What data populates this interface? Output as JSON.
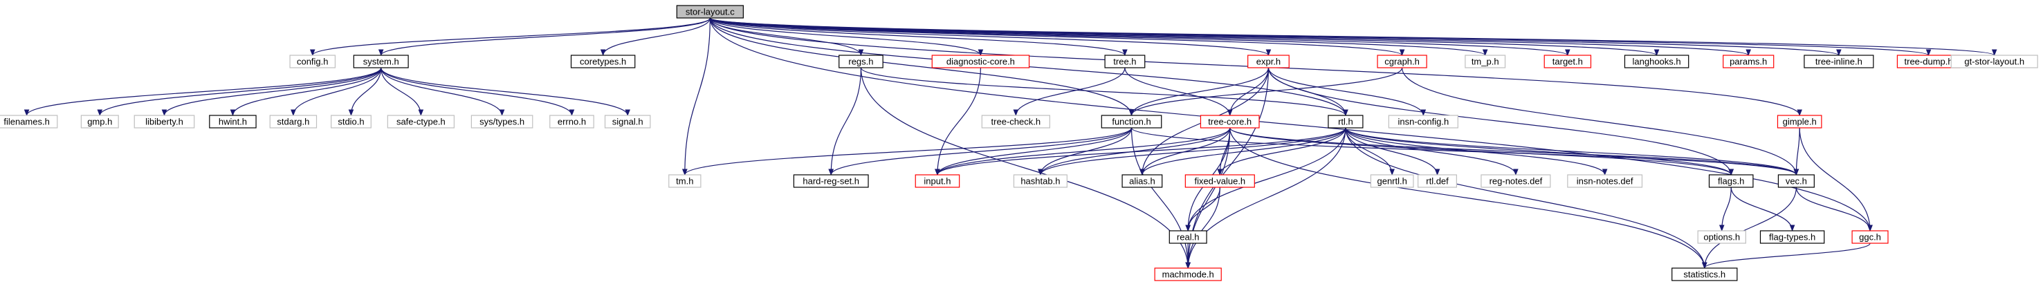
{
  "colors": {
    "edge": "#191970",
    "root_fill": "#bfbfbf",
    "box_black": "#000000",
    "box_red": "#ff0000",
    "box_gray": "#bfbfbf"
  },
  "nodes": [
    {
      "id": "stor-layout.c",
      "label": "stor-layout.c",
      "style": "root"
    },
    {
      "id": "config.h",
      "label": "config.h",
      "style": "gray"
    },
    {
      "id": "system.h",
      "label": "system.h",
      "style": "black"
    },
    {
      "id": "coretypes.h",
      "label": "coretypes.h",
      "style": "black"
    },
    {
      "id": "regs.h",
      "label": "regs.h",
      "style": "black"
    },
    {
      "id": "diagnostic-core.h",
      "label": "diagnostic-core.h",
      "style": "red"
    },
    {
      "id": "tree.h",
      "label": "tree.h",
      "style": "black"
    },
    {
      "id": "expr.h",
      "label": "expr.h",
      "style": "red"
    },
    {
      "id": "cgraph.h",
      "label": "cgraph.h",
      "style": "red"
    },
    {
      "id": "tm_p.h",
      "label": "tm_p.h",
      "style": "gray"
    },
    {
      "id": "target.h",
      "label": "target.h",
      "style": "red"
    },
    {
      "id": "langhooks.h",
      "label": "langhooks.h",
      "style": "black"
    },
    {
      "id": "params.h",
      "label": "params.h",
      "style": "red"
    },
    {
      "id": "tree-inline.h",
      "label": "tree-inline.h",
      "style": "black"
    },
    {
      "id": "tree-dump.h",
      "label": "tree-dump.h",
      "style": "red"
    },
    {
      "id": "gt-stor-layout.h",
      "label": "gt-stor-layout.h",
      "style": "gray"
    },
    {
      "id": "filenames.h",
      "label": "filenames.h",
      "style": "gray"
    },
    {
      "id": "gmp.h",
      "label": "gmp.h",
      "style": "gray"
    },
    {
      "id": "libiberty.h",
      "label": "libiberty.h",
      "style": "gray"
    },
    {
      "id": "hwint.h",
      "label": "hwint.h",
      "style": "black"
    },
    {
      "id": "stdarg.h",
      "label": "stdarg.h",
      "style": "gray"
    },
    {
      "id": "stdio.h",
      "label": "stdio.h",
      "style": "gray"
    },
    {
      "id": "safe-ctype.h",
      "label": "safe-ctype.h",
      "style": "gray"
    },
    {
      "id": "sys/types.h",
      "label": "sys/types.h",
      "style": "gray"
    },
    {
      "id": "errno.h",
      "label": "errno.h",
      "style": "gray"
    },
    {
      "id": "signal.h",
      "label": "signal.h",
      "style": "gray"
    },
    {
      "id": "tree-check.h",
      "label": "tree-check.h",
      "style": "gray"
    },
    {
      "id": "function.h",
      "label": "function.h",
      "style": "black"
    },
    {
      "id": "tree-core.h",
      "label": "tree-core.h",
      "style": "red"
    },
    {
      "id": "rtl.h",
      "label": "rtl.h",
      "style": "black"
    },
    {
      "id": "insn-config.h",
      "label": "insn-config.h",
      "style": "gray"
    },
    {
      "id": "gimple.h",
      "label": "gimple.h",
      "style": "red"
    },
    {
      "id": "tm.h",
      "label": "tm.h",
      "style": "gray"
    },
    {
      "id": "hard-reg-set.h",
      "label": "hard-reg-set.h",
      "style": "black"
    },
    {
      "id": "input.h",
      "label": "input.h",
      "style": "red"
    },
    {
      "id": "hashtab.h",
      "label": "hashtab.h",
      "style": "gray"
    },
    {
      "id": "alias.h",
      "label": "alias.h",
      "style": "black"
    },
    {
      "id": "fixed-value.h",
      "label": "fixed-value.h",
      "style": "red"
    },
    {
      "id": "genrtl.h",
      "label": "genrtl.h",
      "style": "gray"
    },
    {
      "id": "rtl.def",
      "label": "rtl.def",
      "style": "gray"
    },
    {
      "id": "reg-notes.def",
      "label": "reg-notes.def",
      "style": "gray"
    },
    {
      "id": "insn-notes.def",
      "label": "insn-notes.def",
      "style": "gray"
    },
    {
      "id": "flags.h",
      "label": "flags.h",
      "style": "black"
    },
    {
      "id": "vec.h",
      "label": "vec.h",
      "style": "black"
    },
    {
      "id": "real.h",
      "label": "real.h",
      "style": "black"
    },
    {
      "id": "options.h",
      "label": "options.h",
      "style": "gray"
    },
    {
      "id": "flag-types.h",
      "label": "flag-types.h",
      "style": "black"
    },
    {
      "id": "ggc.h",
      "label": "ggc.h",
      "style": "red"
    },
    {
      "id": "machmode.h",
      "label": "machmode.h",
      "style": "red"
    },
    {
      "id": "statistics.h",
      "label": "statistics.h",
      "style": "black"
    }
  ],
  "edges": [
    [
      "stor-layout.c",
      "config.h"
    ],
    [
      "stor-layout.c",
      "system.h"
    ],
    [
      "stor-layout.c",
      "coretypes.h"
    ],
    [
      "stor-layout.c",
      "regs.h"
    ],
    [
      "stor-layout.c",
      "diagnostic-core.h"
    ],
    [
      "stor-layout.c",
      "tree.h"
    ],
    [
      "stor-layout.c",
      "expr.h"
    ],
    [
      "stor-layout.c",
      "cgraph.h"
    ],
    [
      "stor-layout.c",
      "tm_p.h"
    ],
    [
      "stor-layout.c",
      "target.h"
    ],
    [
      "stor-layout.c",
      "langhooks.h"
    ],
    [
      "stor-layout.c",
      "params.h"
    ],
    [
      "stor-layout.c",
      "tree-inline.h"
    ],
    [
      "stor-layout.c",
      "tree-dump.h"
    ],
    [
      "stor-layout.c",
      "gt-stor-layout.h"
    ],
    [
      "stor-layout.c",
      "tm.h"
    ],
    [
      "stor-layout.c",
      "function.h"
    ],
    [
      "stor-layout.c",
      "rtl.h"
    ],
    [
      "stor-layout.c",
      "gimple.h"
    ],
    [
      "stor-layout.c",
      "ggc.h"
    ],
    [
      "system.h",
      "filenames.h"
    ],
    [
      "system.h",
      "gmp.h"
    ],
    [
      "system.h",
      "libiberty.h"
    ],
    [
      "system.h",
      "hwint.h"
    ],
    [
      "system.h",
      "stdarg.h"
    ],
    [
      "system.h",
      "stdio.h"
    ],
    [
      "system.h",
      "safe-ctype.h"
    ],
    [
      "system.h",
      "sys/types.h"
    ],
    [
      "system.h",
      "errno.h"
    ],
    [
      "system.h",
      "signal.h"
    ],
    [
      "regs.h",
      "machmode.h"
    ],
    [
      "regs.h",
      "hard-reg-set.h"
    ],
    [
      "regs.h",
      "rtl.h"
    ],
    [
      "diagnostic-core.h",
      "input.h"
    ],
    [
      "tree.h",
      "tree-check.h"
    ],
    [
      "tree.h",
      "tree-core.h"
    ],
    [
      "expr.h",
      "function.h"
    ],
    [
      "expr.h",
      "rtl.h"
    ],
    [
      "expr.h",
      "insn-config.h"
    ],
    [
      "expr.h",
      "tree-core.h"
    ],
    [
      "expr.h",
      "alias.h"
    ],
    [
      "expr.h",
      "machmode.h"
    ],
    [
      "expr.h",
      "flags.h"
    ],
    [
      "cgraph.h",
      "function.h"
    ],
    [
      "cgraph.h",
      "vec.h"
    ],
    [
      "gimple.h",
      "vec.h"
    ],
    [
      "gimple.h",
      "ggc.h"
    ],
    [
      "function.h",
      "tm.h"
    ],
    [
      "function.h",
      "hard-reg-set.h"
    ],
    [
      "function.h",
      "input.h"
    ],
    [
      "function.h",
      "hashtab.h"
    ],
    [
      "function.h",
      "machmode.h"
    ],
    [
      "function.h",
      "vec.h"
    ],
    [
      "tree-core.h",
      "input.h"
    ],
    [
      "tree-core.h",
      "hashtab.h"
    ],
    [
      "tree-core.h",
      "alias.h"
    ],
    [
      "tree-core.h",
      "fixed-value.h"
    ],
    [
      "tree-core.h",
      "real.h"
    ],
    [
      "tree-core.h",
      "machmode.h"
    ],
    [
      "tree-core.h",
      "statistics.h"
    ],
    [
      "tree-core.h",
      "flags.h"
    ],
    [
      "tree-core.h",
      "vec.h"
    ],
    [
      "rtl.h",
      "input.h"
    ],
    [
      "rtl.h",
      "hashtab.h"
    ],
    [
      "rtl.h",
      "alias.h"
    ],
    [
      "rtl.h",
      "fixed-value.h"
    ],
    [
      "rtl.h",
      "genrtl.h"
    ],
    [
      "rtl.h",
      "rtl.def"
    ],
    [
      "rtl.h",
      "reg-notes.def"
    ],
    [
      "rtl.h",
      "insn-notes.def"
    ],
    [
      "rtl.h",
      "flags.h"
    ],
    [
      "rtl.h",
      "vec.h"
    ],
    [
      "rtl.h",
      "real.h"
    ],
    [
      "rtl.h",
      "machmode.h"
    ],
    [
      "rtl.h",
      "statistics.h"
    ],
    [
      "fixed-value.h",
      "real.h"
    ],
    [
      "fixed-value.h",
      "machmode.h"
    ],
    [
      "real.h",
      "machmode.h"
    ],
    [
      "flags.h",
      "options.h"
    ],
    [
      "flags.h",
      "flag-types.h"
    ],
    [
      "vec.h",
      "ggc.h"
    ],
    [
      "vec.h",
      "statistics.h"
    ],
    [
      "ggc.h",
      "statistics.h"
    ]
  ]
}
